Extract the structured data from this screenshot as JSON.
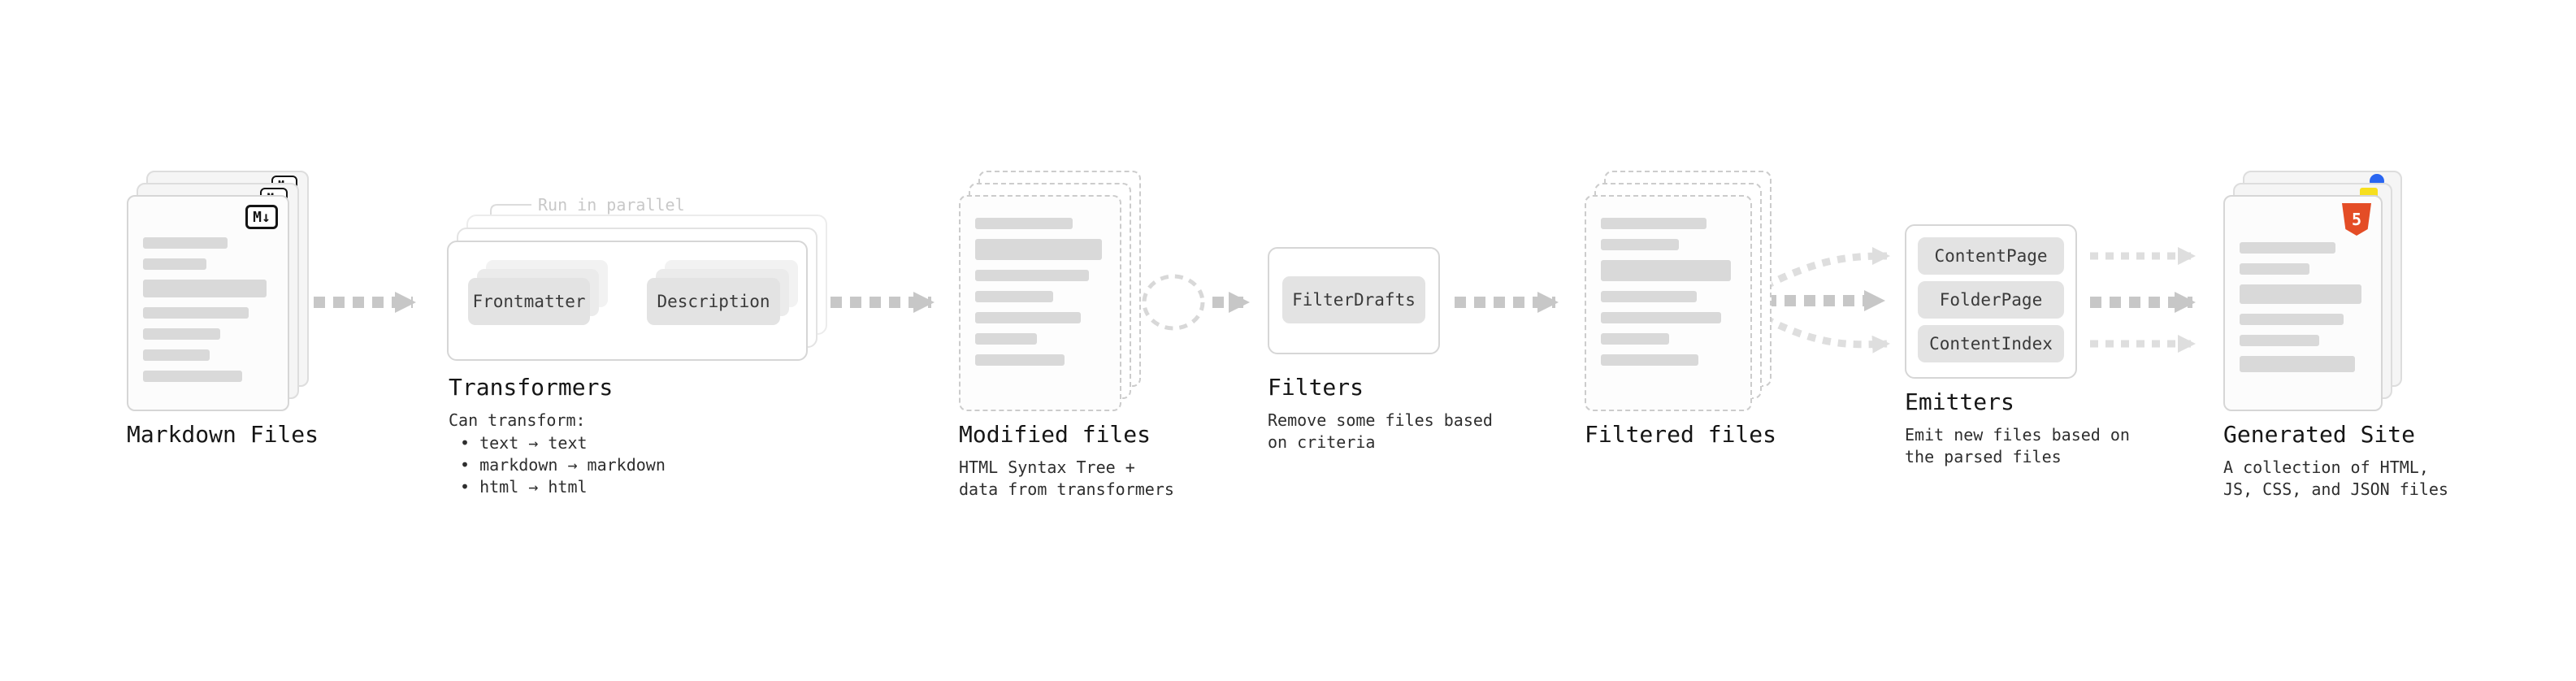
{
  "colors": {
    "arrow_gray": "#c7c7c7",
    "html5_orange": "#e44d26",
    "js_yellow": "#f7df1e",
    "css_blue": "#2965f1",
    "placeholder_gray": "#d9d9d9"
  },
  "stages": {
    "markdown_files": {
      "title": "Markdown Files",
      "icon_badge": "M↓"
    },
    "transformers": {
      "title": "Transformers",
      "parallel_label": "Run in parallel",
      "nodes": [
        "Frontmatter",
        "Description"
      ],
      "caption_heading": "Can transform:",
      "bullets": [
        "• text → text",
        "• markdown → markdown",
        "• html → html"
      ]
    },
    "modified_files": {
      "title": "Modified files",
      "caption": "HTML Syntax Tree +\ndata from transformers"
    },
    "filters": {
      "title": "Filters",
      "nodes": [
        "FilterDrafts"
      ],
      "caption": "Remove some files based\non criteria"
    },
    "filtered_files": {
      "title": "Filtered files"
    },
    "emitters": {
      "title": "Emitters",
      "nodes": [
        "ContentPage",
        "FolderPage",
        "ContentIndex"
      ],
      "caption": "Emit new files based on\nthe parsed files"
    },
    "generated_site": {
      "title": "Generated Site",
      "icon_badge": "5",
      "caption": "A collection of HTML,\nJS, CSS, and JSON files"
    }
  }
}
